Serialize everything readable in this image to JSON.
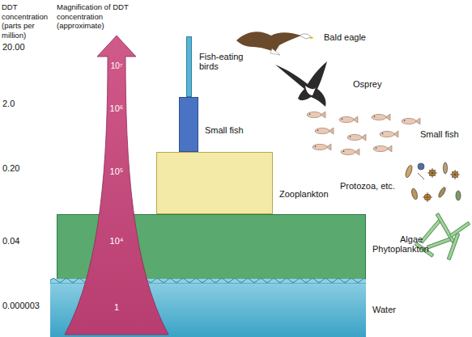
{
  "diagram": {
    "nodes": [
      {
        "text": [
          "Fish-eating birds"
        ]
      },
      {
        "text": [
          "Small fish"
        ]
      },
      {
        "text": [
          "Zooplankton"
        ]
      },
      {
        "text": [
          "Phytoplankton"
        ]
      },
      {
        "text": [
          "Water"
        ]
      }
    ],
    "labels": [
      "DDT concentration (parts per million)",
      "20.00",
      "2.0",
      "0.20",
      "0.04",
      "0.000003",
      "Magnification of DDT concentration (approximate)",
      "10⁷",
      "10⁶",
      "10⁵",
      "10⁴",
      "1",
      "Bald eagle",
      "Osprey",
      "Small fish",
      "Protozoa, etc.",
      "Algae"
    ]
  }
}
